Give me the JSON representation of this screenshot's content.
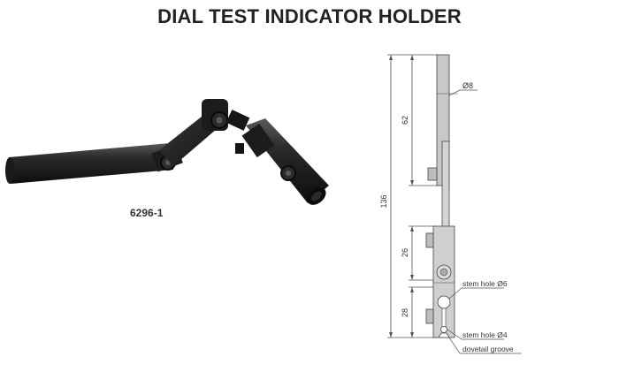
{
  "header": {
    "title": "DIAL TEST INDICATOR HOLDER"
  },
  "product": {
    "code": "6296-1",
    "icon": "dial-test-indicator-holder-photo"
  },
  "drawing": {
    "dims": {
      "total": "136",
      "upper": "62",
      "middle": "26",
      "lower": "28",
      "diameter": "Ø8"
    },
    "callouts": {
      "stem_hole_6": "stem hole Ø6",
      "stem_hole_4": "stem hole Ø4",
      "dovetail": "dovetail groove"
    }
  }
}
